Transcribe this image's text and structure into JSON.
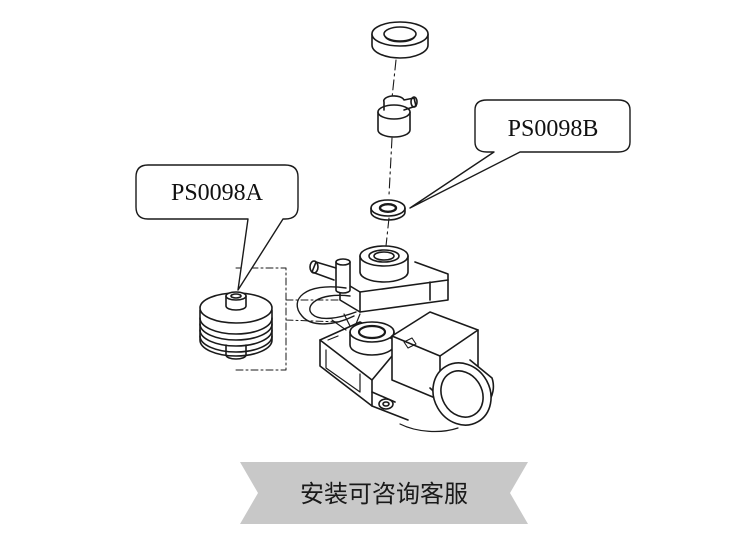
{
  "callouts": {
    "part_a": {
      "label": "PS0098A"
    },
    "part_b": {
      "label": "PS0098B"
    }
  },
  "banner": {
    "text": "安装可咨询客服",
    "color": "#c8c8c8"
  },
  "colors": {
    "line": "#1a1a1a",
    "background": "#ffffff"
  }
}
